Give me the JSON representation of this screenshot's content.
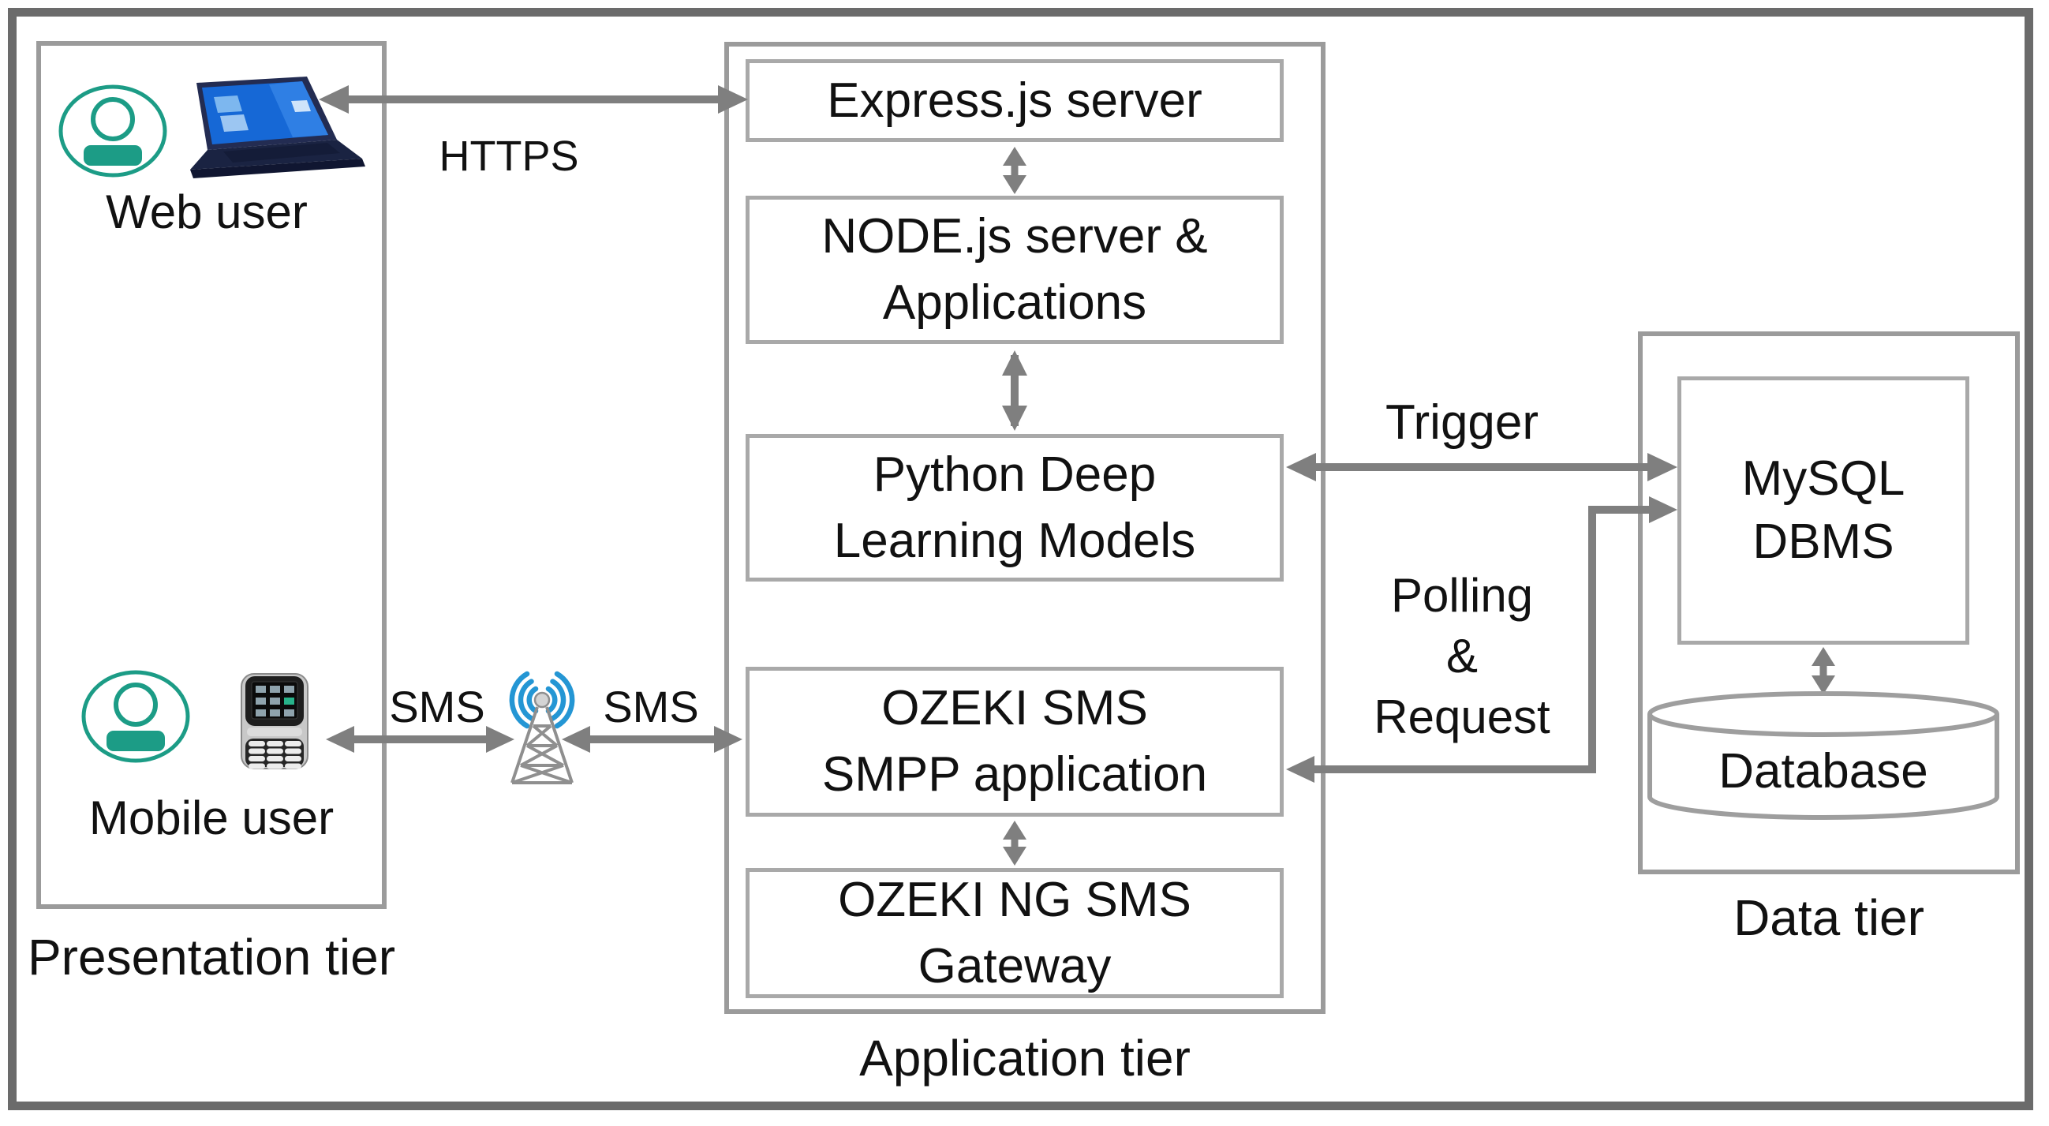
{
  "tiers": {
    "presentation": {
      "label": "Presentation tier"
    },
    "application": {
      "label": "Application tier"
    },
    "data": {
      "label": "Data tier"
    }
  },
  "actors": {
    "web_user": {
      "label": "Web user"
    },
    "mobile_user": {
      "label": "Mobile user"
    }
  },
  "components": {
    "express": {
      "label": "Express.js server"
    },
    "node": {
      "line1": "NODE.js server &",
      "line2": "Applications"
    },
    "python": {
      "line1": "Python Deep",
      "line2": "Learning Models"
    },
    "ozeki_smpp": {
      "line1": "OZEKI SMS",
      "line2": "SMPP application"
    },
    "ozeki_ng": {
      "line1": "OZEKI NG SMS",
      "line2": "Gateway"
    },
    "mysql": {
      "line1": "MySQL",
      "line2": "DBMS"
    },
    "database": {
      "label": "Database"
    }
  },
  "connectors": {
    "https": {
      "label": "HTTPS"
    },
    "sms_phone_tower": {
      "label": "SMS"
    },
    "sms_tower_app": {
      "label": "SMS"
    },
    "trigger": {
      "label": "Trigger"
    },
    "polling": {
      "line1": "Polling",
      "line2": "&",
      "line3": "Request"
    }
  },
  "icons": {
    "web_user": "person-circle-icon",
    "web_device": "laptop-icon",
    "mobile_user": "person-circle-icon",
    "mobile_device": "feature-phone-icon",
    "network": "cell-tower-icon",
    "storage": "database-cylinder-icon"
  },
  "colors": {
    "outer_border": "#6b6b6b",
    "tier_border": "#9b9b9b",
    "box_border": "#a9a9a9",
    "arrow": "#7f7f7f",
    "text": "#111111",
    "accent_teal": "#1c9c86",
    "wave_blue": "#2496d4",
    "laptop_screen_blue": "#1668d6"
  }
}
